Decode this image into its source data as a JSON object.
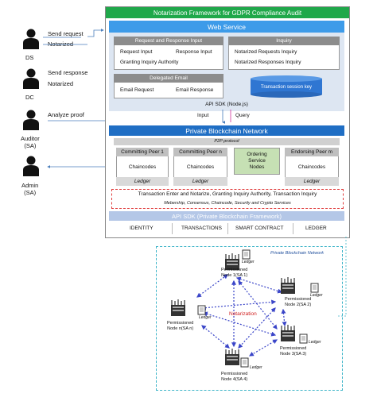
{
  "title": "Notarization Framework for GDPR Compliance Audit",
  "actors": [
    {
      "name": "DS",
      "actions": [
        "Send request",
        "Notarized"
      ]
    },
    {
      "name": "DC",
      "actions": [
        "Send response",
        "Notarized"
      ]
    },
    {
      "name": "Auditor\n(SA)",
      "actions": [
        "Analyze proof"
      ]
    },
    {
      "name": "Admin\n(SA)",
      "actions": []
    }
  ],
  "web_service": {
    "title": "Web Service",
    "request_response": {
      "title": "Request and Response Input",
      "items": [
        "Request Input",
        "Response Input",
        "Granting Inquiry Authority"
      ]
    },
    "inquiry": {
      "title": "Inquiry",
      "items": [
        "Notarized Requests Inquiry",
        "Notarized Responses Inquiry"
      ]
    },
    "delegated_email": {
      "title": "Delegated Email",
      "items": [
        "Email Request",
        "Email Response"
      ]
    },
    "session_key": "Transaction session key"
  },
  "api_sdk_node": {
    "title": "API SDK (Node.js)",
    "input": "Input",
    "query": "Query"
  },
  "private_network": {
    "title": "Private Blockchain Network",
    "p2p": "P2P protocol",
    "peers": [
      {
        "title": "Committing Peer 1",
        "body": "Chaincodes",
        "footer": "Ledger"
      },
      {
        "title": "Committing Peer n",
        "body": "Chaincodes",
        "footer": "Ledger"
      },
      {
        "title": "",
        "body": "Ordering\nService\nNodes",
        "footer": ""
      },
      {
        "title": "Endorsing Peer m",
        "body": "Chaincodes",
        "footer": "Ledger"
      }
    ],
    "transaction_line": "Transaction Enter and Notarize,  Granting Inquiry Authority, Transaction Inquiry",
    "membership_line": "Mebership, Consensus, Chaincode, Security and Crypto Services"
  },
  "api_sdk_framework": {
    "title": "API SDK (Private Blockchain Framework)",
    "items": [
      "IDENTITY",
      "TRANSACTIONS",
      "SMART CONTRACT",
      "LEDGER"
    ]
  },
  "network_diagram": {
    "title": "Private Blockchain Network",
    "center_label": "Notarization",
    "nodes": [
      {
        "label": "Permissioned\nNode 1(SA 1)",
        "ledger": "Ledger"
      },
      {
        "label": "Permissioned\nNode 2(SA 2)",
        "ledger": "Ledger"
      },
      {
        "label": "Permissioned\nNode 3(SA 3)",
        "ledger": "Ledger"
      },
      {
        "label": "Permissioned\nNode 4(SA 4)",
        "ledger": "Ledger"
      },
      {
        "label": "Permissioned\nNode n(SA n)",
        "ledger": "Ledger"
      }
    ]
  },
  "colors": {
    "title_green": "#1fa84a",
    "web_blue": "#3d9be9",
    "header_gray": "#8c8c8c",
    "network_blue": "#1f6ec4",
    "ordering_green": "#c6e0b4",
    "api_bar": "#b4c7e7",
    "red_dash": "#e03c3c",
    "teal_dash": "#3cb4c8",
    "arrow_blue": "#4a7ebb",
    "node_arrow": "#3a45c8",
    "notarization_red": "#d02020"
  }
}
